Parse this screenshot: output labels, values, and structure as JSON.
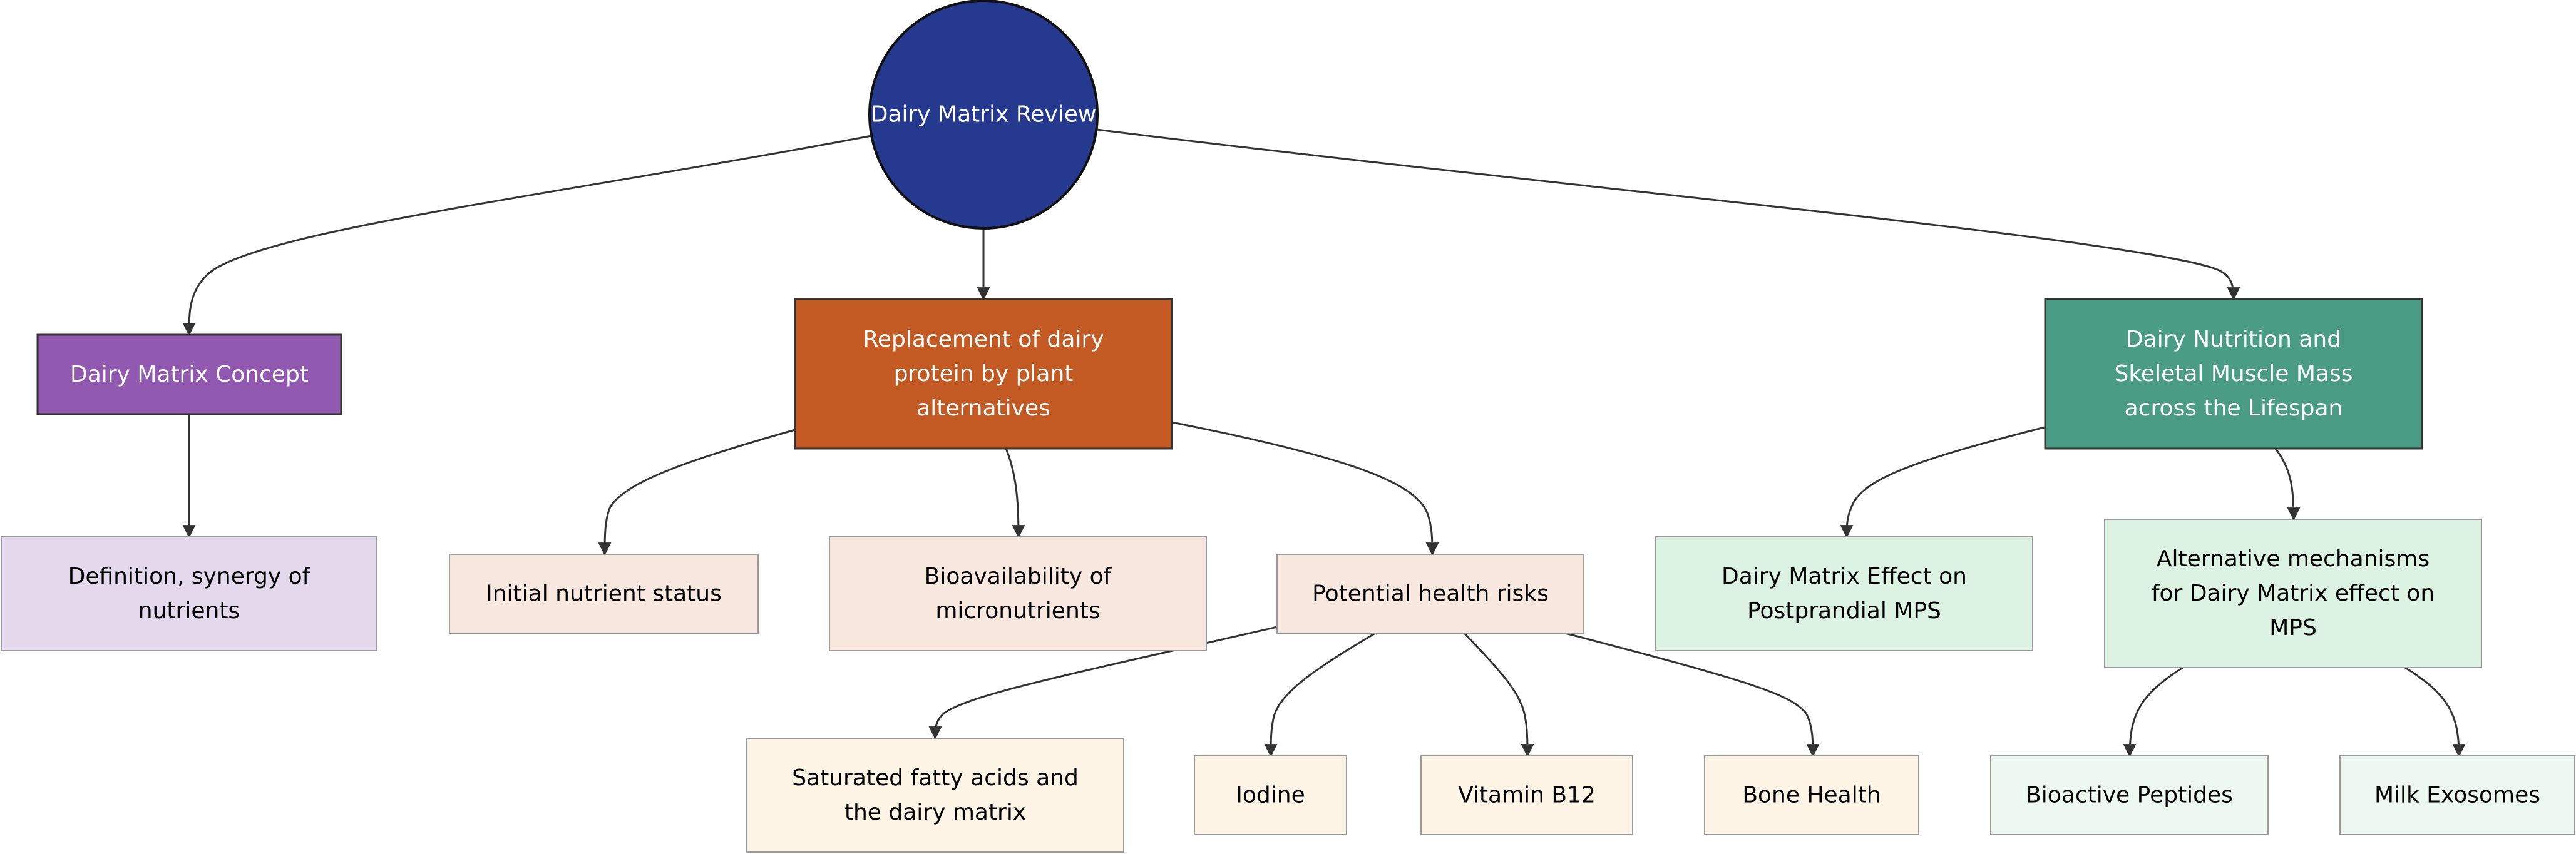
{
  "diagram": {
    "root": {
      "label": "Dairy Matrix Review",
      "fill": "#253a8e"
    },
    "nodes": [
      {
        "id": "concept",
        "lines": [
          "Dairy Matrix Concept"
        ],
        "fill": "#9259b1",
        "text": "#ffffff"
      },
      {
        "id": "definition",
        "lines": [
          "Definition, synergy of",
          "nutrients"
        ],
        "fill": "#e4d9ec",
        "text": "#000000"
      },
      {
        "id": "replacement",
        "lines": [
          "Replacement of dairy",
          "protein by plant",
          "alternatives"
        ],
        "fill": "#c45a23",
        "text": "#ffffff"
      },
      {
        "id": "initial",
        "lines": [
          "Initial nutrient status"
        ],
        "fill": "#f9e8e0",
        "text": "#000000"
      },
      {
        "id": "bioavail",
        "lines": [
          "Bioavailability of",
          "micronutrients"
        ],
        "fill": "#f9e8e0",
        "text": "#000000"
      },
      {
        "id": "risks",
        "lines": [
          "Potential health risks"
        ],
        "fill": "#f9e8e0",
        "text": "#000000"
      },
      {
        "id": "sfa",
        "lines": [
          "Saturated fatty acids and",
          "the dairy matrix"
        ],
        "fill": "#fdf4e5",
        "text": "#000000"
      },
      {
        "id": "iodine",
        "lines": [
          "Iodine"
        ],
        "fill": "#fdf4e5",
        "text": "#000000"
      },
      {
        "id": "b12",
        "lines": [
          "Vitamin B12"
        ],
        "fill": "#fdf4e5",
        "text": "#000000"
      },
      {
        "id": "bone",
        "lines": [
          "Bone Health"
        ],
        "fill": "#fdf4e5",
        "text": "#000000"
      },
      {
        "id": "muscle",
        "lines": [
          "Dairy Nutrition and",
          "Skeletal Muscle Mass",
          "across the Lifespan"
        ],
        "fill": "#4a9c84",
        "text": "#ffffff"
      },
      {
        "id": "postprandial",
        "lines": [
          "Dairy Matrix Effect on",
          "Postprandial MPS"
        ],
        "fill": "#dcf3e4",
        "text": "#000000"
      },
      {
        "id": "alternative",
        "lines": [
          "Alternative mechanisms",
          "for Dairy Matrix effect on",
          "MPS"
        ],
        "fill": "#dcf3e4",
        "text": "#000000"
      },
      {
        "id": "peptides",
        "lines": [
          "Bioactive Peptides"
        ],
        "fill": "#ecf7ef",
        "text": "#000000"
      },
      {
        "id": "exosomes",
        "lines": [
          "Milk Exosomes"
        ],
        "fill": "#ecf7ef",
        "text": "#000000"
      }
    ]
  }
}
